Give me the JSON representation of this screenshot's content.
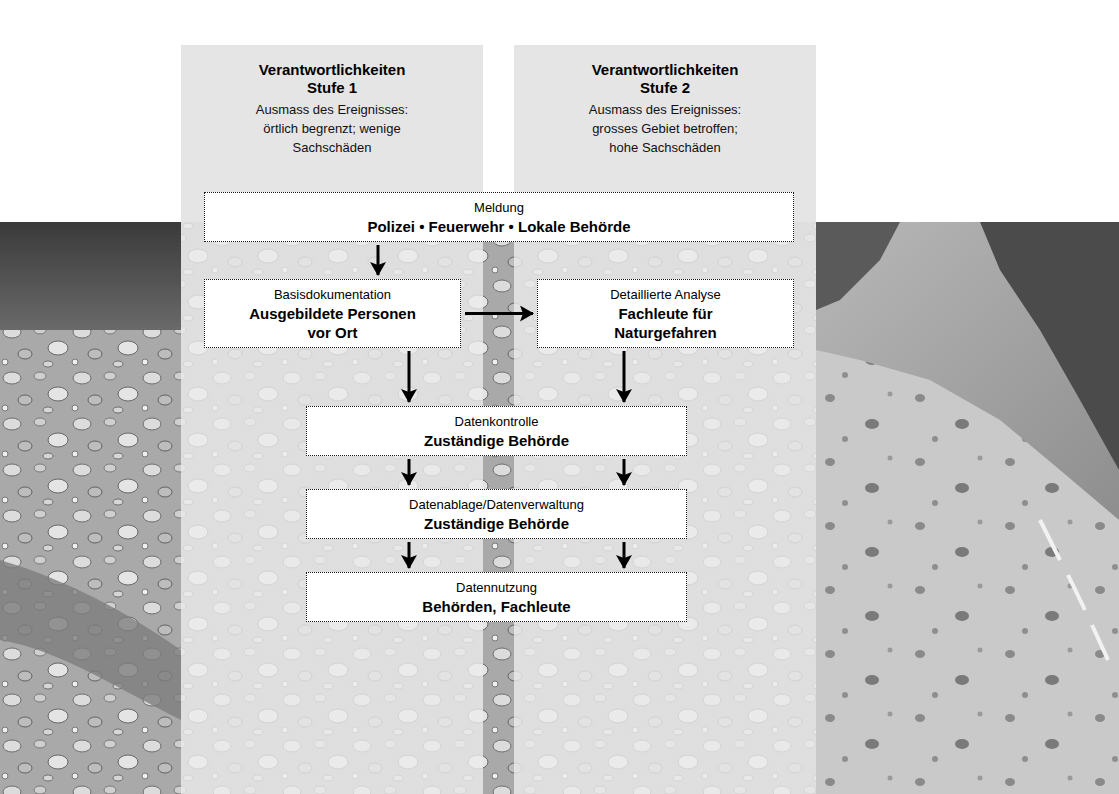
{
  "diagram": {
    "nodes": [
      {
        "text": [
          "Verantwortlichkeiten Stufe 1",
          "Ausmass des Ereignisses: örtlich begrenzt; wenige Sachschäden"
        ]
      },
      {
        "text": [
          "Verantwortlichkeiten Stufe 2",
          "Ausmass des Ereignisses: grosses Gebiet betroffen; hohe Sachschäden"
        ]
      },
      {
        "text": [
          "Meldung",
          "Polizei • Feuerwehr • Lokale Behörde"
        ]
      },
      {
        "text": [
          "Basisdokumentation",
          "Ausgebildete Personen vor Ort"
        ],
        "in": 0
      },
      {
        "text": [
          "Detaillierte Analyse",
          "Fachleute für Naturgefahren"
        ],
        "in": 1
      },
      {
        "text": [
          "Datenkontrolle",
          "Zuständige Behörde"
        ]
      },
      {
        "text": [
          "Datenablage/Datenverwaltung",
          "Zuständige Behörde"
        ]
      },
      {
        "text": [
          "Datennutzung",
          "Behörden, Fachleute"
        ]
      }
    ],
    "edges": [
      {
        "from": 2,
        "to": 3,
        "arrow": "to"
      },
      {
        "from": 3,
        "to": 4,
        "arrow": "to"
      },
      {
        "from": 3,
        "to": 5,
        "arrow": "to"
      },
      {
        "from": 4,
        "to": 5,
        "arrow": "to"
      },
      {
        "from": 5,
        "to": 6,
        "arrow": "to"
      },
      {
        "from": 5,
        "to": 6,
        "arrow": "to"
      },
      {
        "from": 6,
        "to": 7,
        "arrow": "to"
      },
      {
        "from": 6,
        "to": 7,
        "arrow": "to"
      }
    ]
  }
}
